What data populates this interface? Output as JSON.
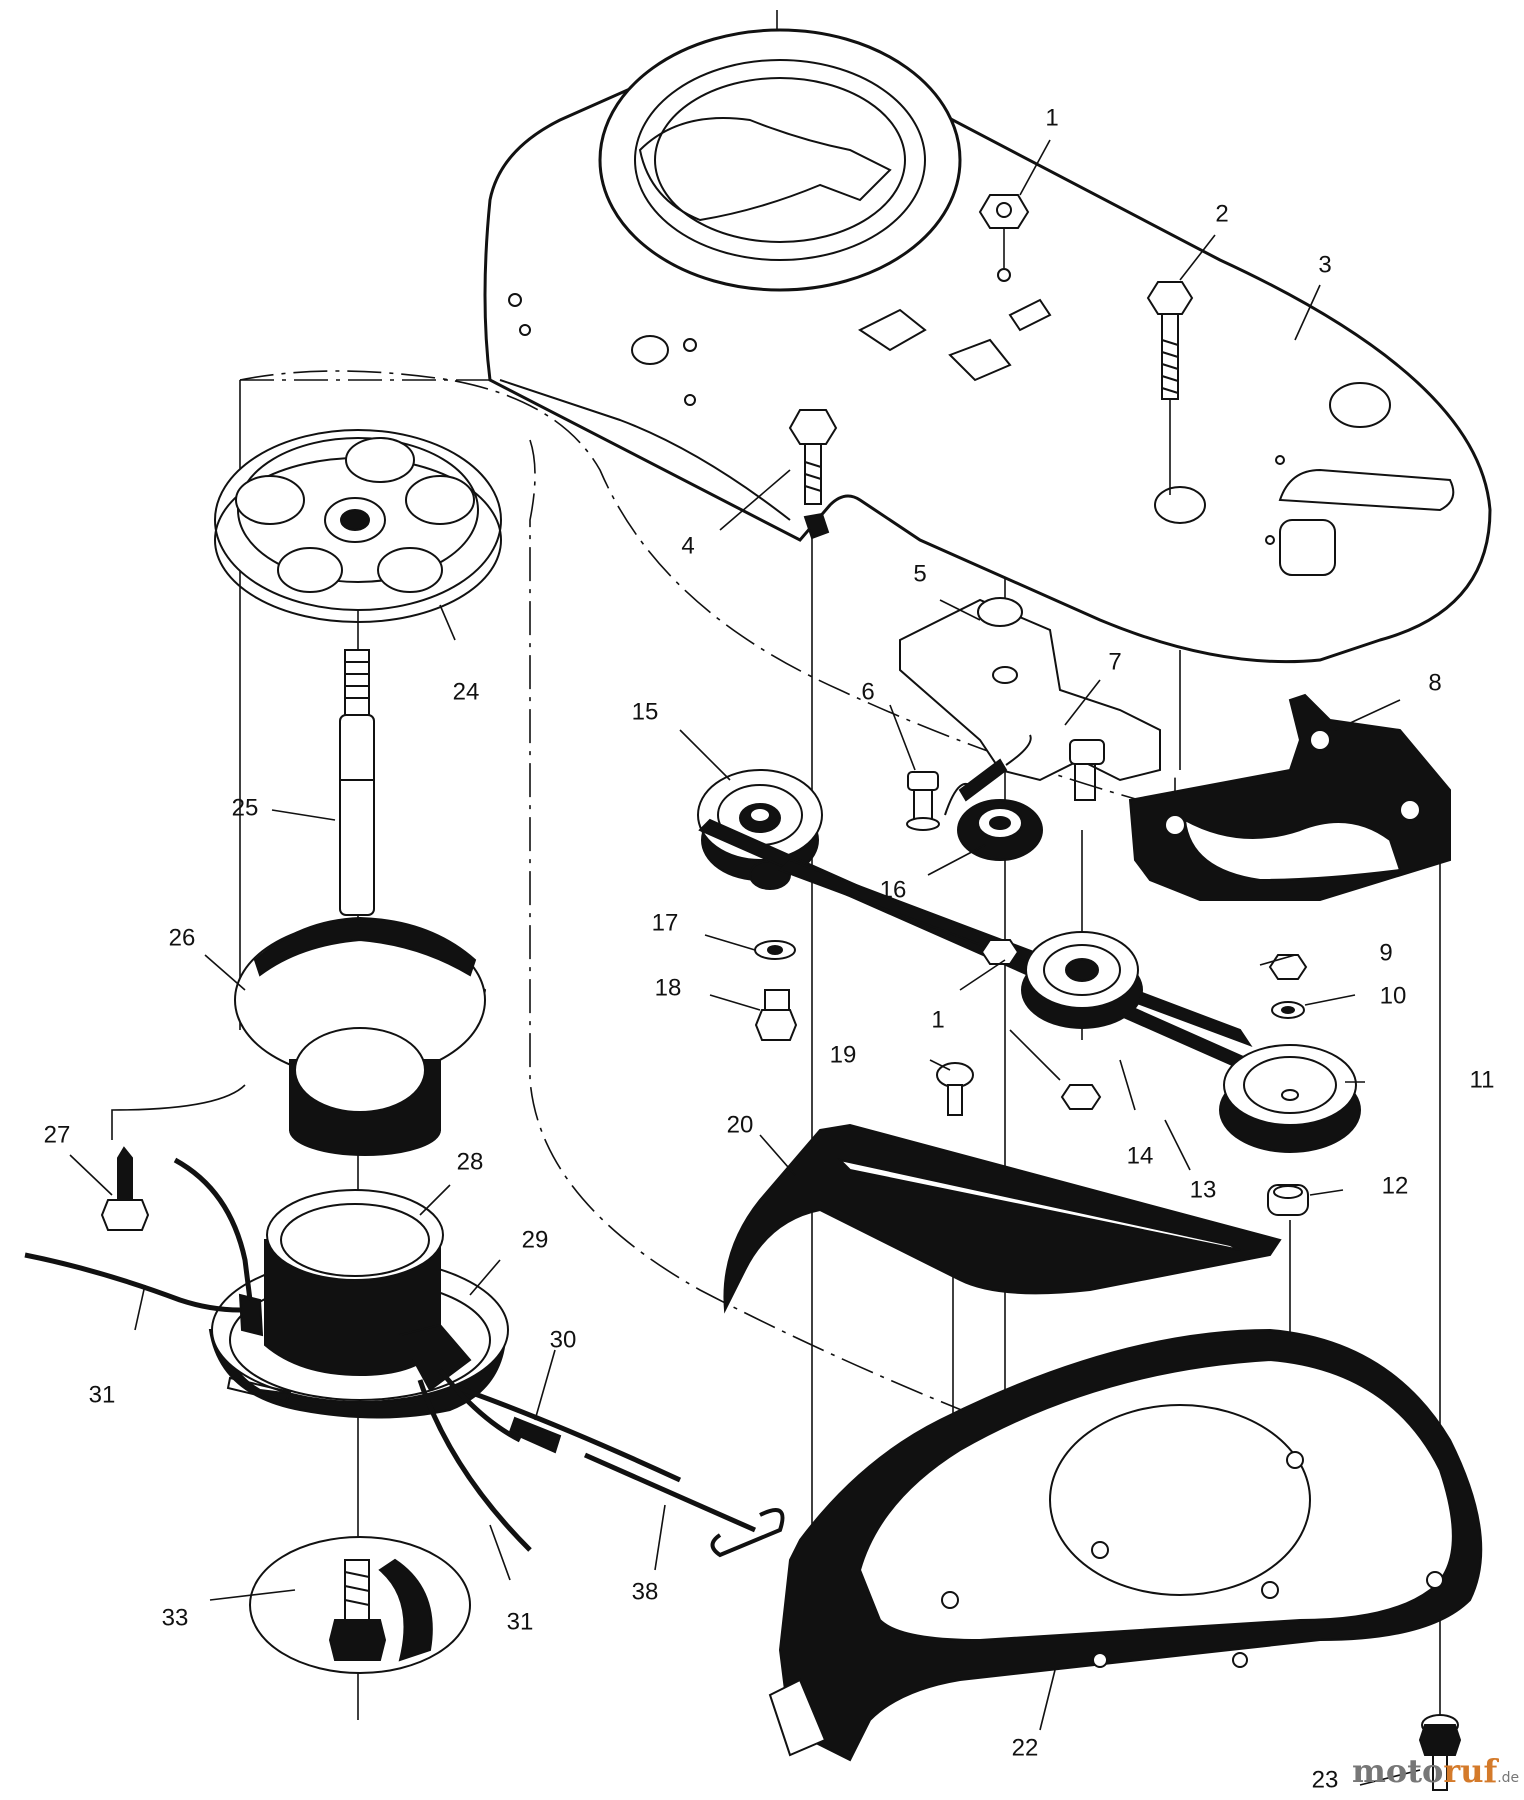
{
  "labels": [
    "1",
    "2",
    "3",
    "4",
    "5",
    "6",
    "7",
    "8",
    "9",
    "10",
    "11",
    "12",
    "13",
    "14",
    "15",
    "16",
    "17",
    "18",
    "19",
    "20",
    "22",
    "23",
    "24",
    "25",
    "26",
    "27",
    "28",
    "29",
    "30",
    "31",
    "33",
    "38"
  ],
  "repeated_labels": {
    "1b": "1",
    "31b": "31"
  },
  "watermark": {
    "part1": "moto",
    "part2": "ruf",
    "part3": ".de"
  },
  "colors": {
    "line": "#111111",
    "background": "#ffffff",
    "watermark_grey": "#777777",
    "watermark_orange": "#d47a2a"
  }
}
